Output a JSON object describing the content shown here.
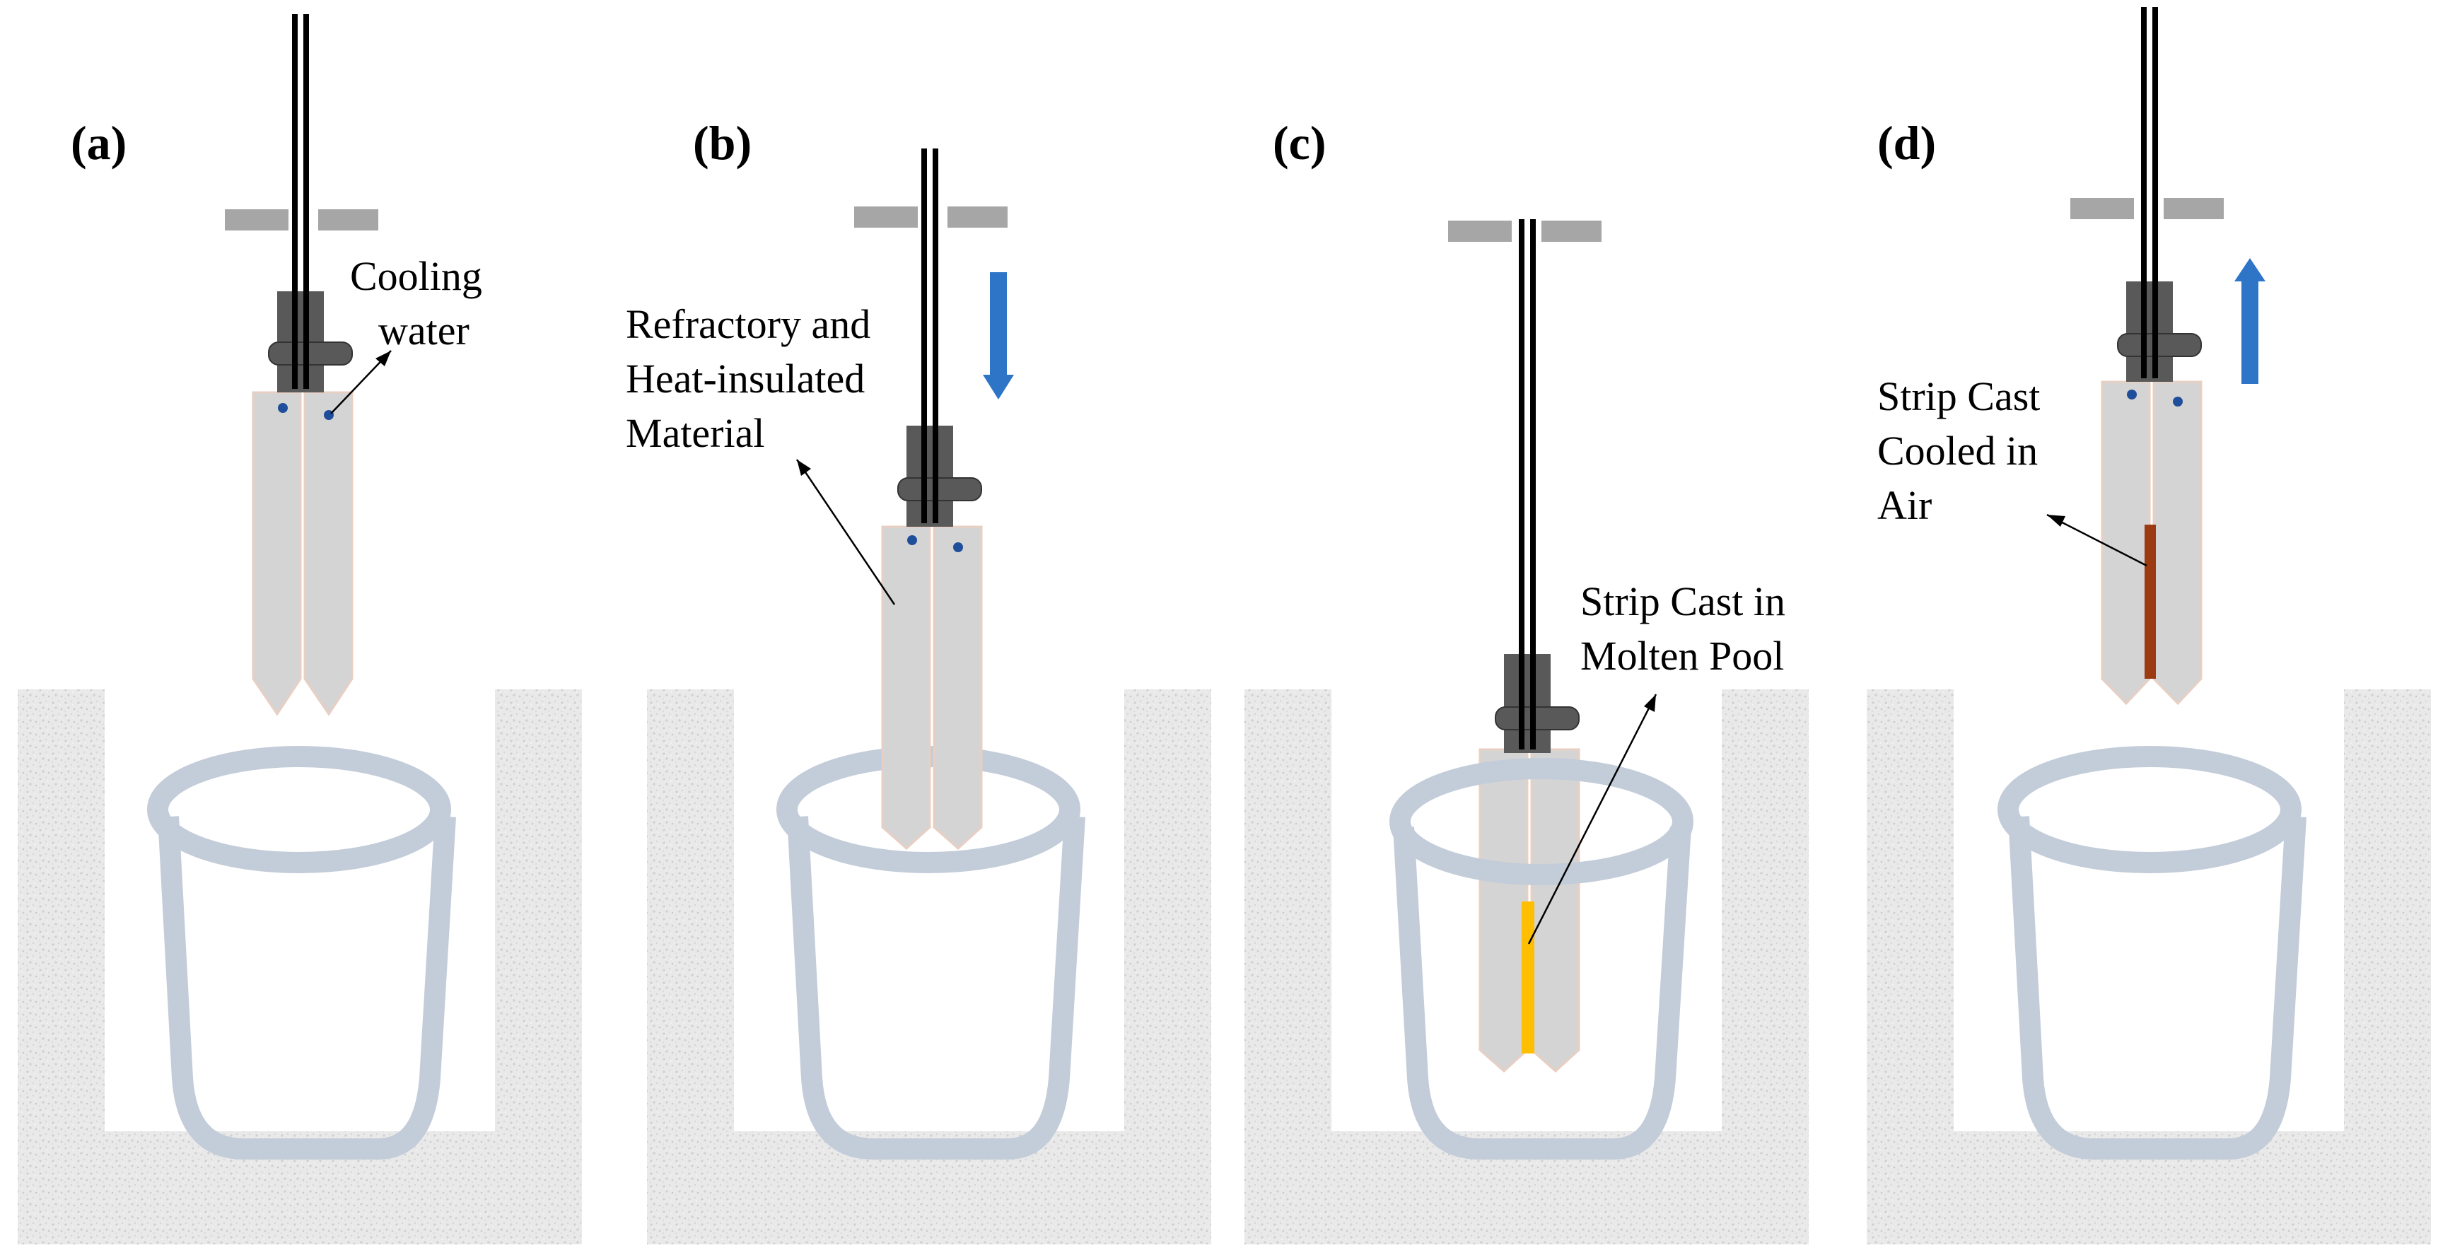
{
  "panels": [
    {
      "id": "a",
      "label": "(a)",
      "annotation_lines": [
        "Cooling",
        "water"
      ]
    },
    {
      "id": "b",
      "label": "(b)",
      "annotation_lines": [
        "Refractory and",
        "Heat-insulated",
        "Material"
      ],
      "arrow": "down"
    },
    {
      "id": "c",
      "label": "(c)",
      "annotation_lines": [
        "Strip Cast  in",
        "Molten Pool"
      ]
    },
    {
      "id": "d",
      "label": "(d)",
      "annotation_lines": [
        "Strip Cast",
        "Cooled  in",
        "Air"
      ],
      "arrow": "up"
    }
  ],
  "colors": {
    "refractory_wall": "#e6e6e6",
    "crucible": "#c3ccd9",
    "mold": "#d4d4d4",
    "mold_edge": "#e8cfc3",
    "holder": "#595959",
    "rod": "#000000",
    "bar": "#a6a6a6",
    "arrow_blue": "#2e75c7",
    "cooling_dot": "#1f4e9a",
    "strip_molten": "#ffbf00",
    "strip_cooled": "#9c3b12"
  }
}
